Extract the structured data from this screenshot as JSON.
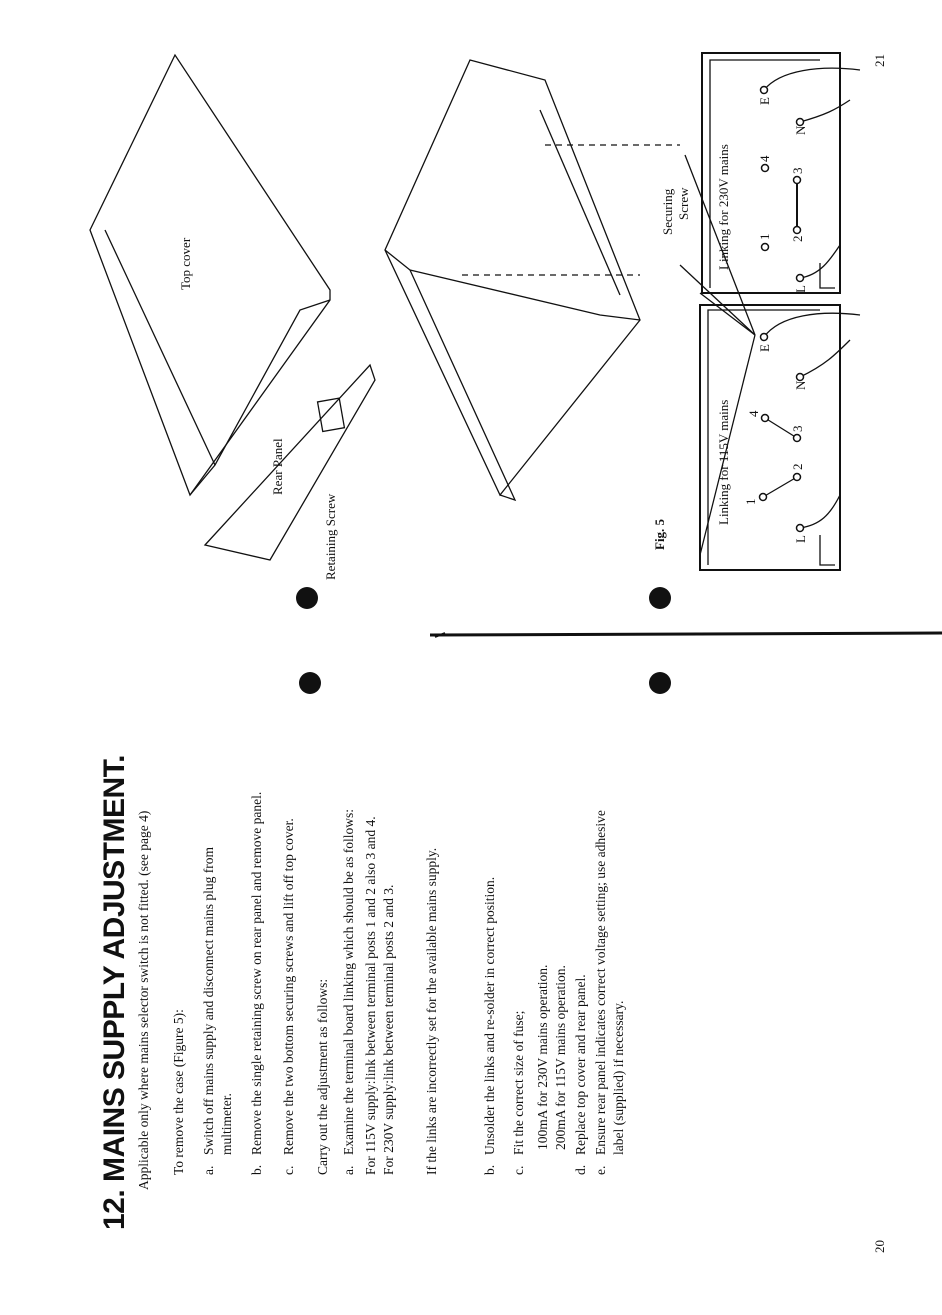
{
  "left_page": {
    "page_number": "20",
    "title": "12. MAINS SUPPLY ADJUSTMENT.",
    "intro": "Applicable only where mains selector switch is not fitted. (see page 4)",
    "remove_case": {
      "heading": "To remove the case (Figure 5):",
      "steps": [
        {
          "label": "a.",
          "text": "Switch off mains supply and disconnect mains plug from",
          "cont": "multimeter."
        },
        {
          "label": "b.",
          "text": "Remove the single retaining screw on rear panel and remove panel."
        },
        {
          "label": "c.",
          "text": "Remove the two bottom securing screws and lift off top cover."
        }
      ]
    },
    "adjustment": {
      "heading": "Carry out the adjustment as follows:",
      "step_a": {
        "label": "a.",
        "text": "Examine the terminal board linking which should be as follows:"
      },
      "supplies": [
        {
          "name": "For 115V supply:",
          "value": "link between terminal posts 1 and 2 also 3 and 4."
        },
        {
          "name": "For 230V supply:",
          "value": "link between terminal posts 2 and 3."
        }
      ],
      "note": "If the links are incorrectly set for the available mains supply.",
      "step_b": {
        "label": "b.",
        "text": "Unsolder the links and re-solder in correct position."
      },
      "step_c": {
        "label": "c.",
        "text": "Fit the correct size of fuse;"
      },
      "fuses": [
        "100mA for 230V mains operation.",
        "200mA for 115V mains operation."
      ],
      "step_d": {
        "label": "d.",
        "text": "Replace top cover and rear panel."
      },
      "step_e": {
        "label": "e.",
        "text": "Ensure rear panel indicates correct voltage setting; use adhesive",
        "cont": "label (supplied) if necessary."
      }
    }
  },
  "right_page": {
    "page_number": "21",
    "figure_label": "Fig. 5",
    "labels": {
      "top_cover": "Top cover",
      "rear_panel": "Rear Panel",
      "retaining_screw": "Retaining Screw",
      "securing": "Securing",
      "screw": "Screw"
    },
    "box_115": {
      "title": "Linking for 115V mains",
      "terminals": [
        "L",
        "1",
        "2",
        "3",
        "4",
        "N",
        "E"
      ]
    },
    "box_230": {
      "title": "Linking for 230V mains",
      "terminals": [
        "L",
        "1",
        "2",
        "3",
        "4",
        "N",
        "E"
      ]
    }
  }
}
